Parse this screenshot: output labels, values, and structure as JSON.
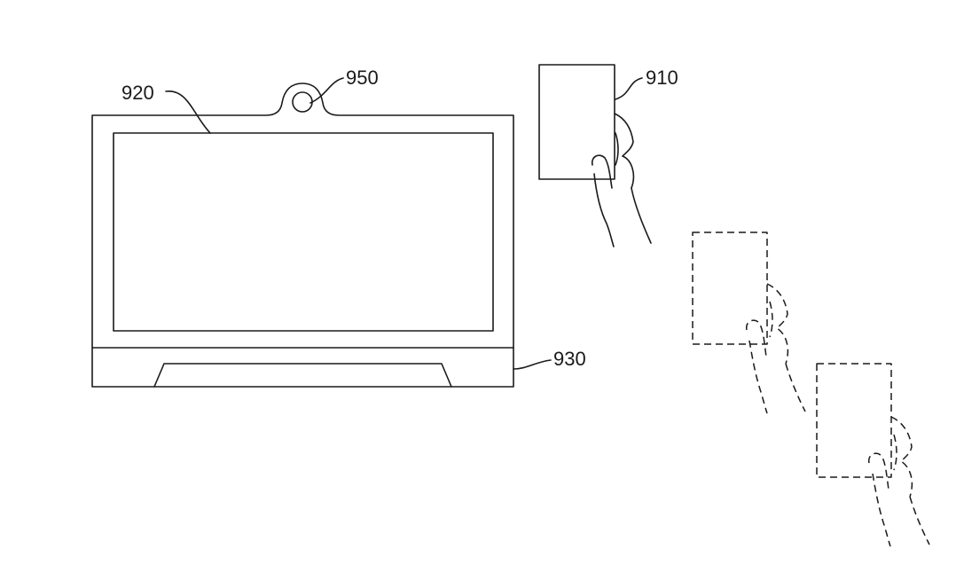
{
  "labels": {
    "camera": "950",
    "display": "920",
    "card_device": "910",
    "stand": "930"
  }
}
